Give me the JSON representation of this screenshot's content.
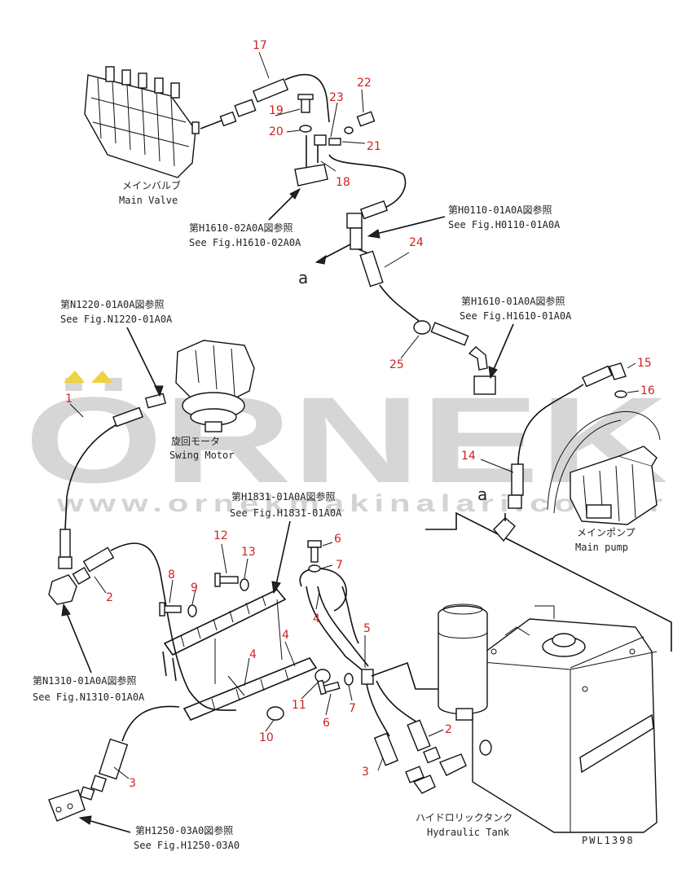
{
  "components": {
    "main_valve": {
      "jp": "メインバルブ",
      "en": "Main Valve"
    },
    "swing_motor": {
      "jp": "旋回モータ",
      "en": "Swing Motor"
    },
    "main_pump": {
      "jp": "メインポンプ",
      "en": "Main pump"
    },
    "hydraulic_tank": {
      "jp": "ハイドロリックタンク",
      "en": "Hydraulic Tank"
    }
  },
  "references": {
    "h1610_02a0a": {
      "jp": "第H1610-02A0A図参照",
      "en": "See Fig.H1610-02A0A"
    },
    "h0110_01a0a": {
      "jp": "第H0110-01A0A図参照",
      "en": "See Fig.H0110-01A0A"
    },
    "n1220_01a0a": {
      "jp": "第N1220-01A0A図参照",
      "en": "See Fig.N1220-01A0A"
    },
    "h1610_01a0a": {
      "jp": "第H1610-01A0A図参照",
      "en": "See Fig.H1610-01A0A"
    },
    "h1831_01a0a": {
      "jp": "第H1831-01A0A図参照",
      "en": "See Fig.H1831-01A0A"
    },
    "n1310_01a0a": {
      "jp": "第N1310-01A0A図参照",
      "en": "See Fig.N1310-01A0A"
    },
    "h1250_03a0": {
      "jp": "第H1250-03A0図参照",
      "en": "See Fig.H1250-03A0"
    }
  },
  "callouts": {
    "p1": "1",
    "p2a": "2",
    "p2b": "2",
    "p3a": "3",
    "p3b": "3",
    "p4a": "4",
    "p4b": "4",
    "p4c": "4",
    "p5": "5",
    "p6a": "6",
    "p6b": "6",
    "p7a": "7",
    "p7b": "7",
    "p8": "8",
    "p9": "9",
    "p10": "10",
    "p11": "11",
    "p12": "12",
    "p13": "13",
    "p14": "14",
    "p15": "15",
    "p16": "16",
    "p17": "17",
    "p18": "18",
    "p19": "19",
    "p20": "20",
    "p21": "21",
    "p22": "22",
    "p23": "23",
    "p24": "24",
    "p25": "25"
  },
  "connectors": {
    "a1": "a",
    "a2": "a"
  },
  "drawing_code": "PWL1398",
  "watermark": {
    "brand": "ÖRNEK",
    "url": "www.ornekmakinalari.com.tr"
  },
  "colors": {
    "callout": "#d02020",
    "line": "#111111",
    "watermark": "#c9c9c9",
    "watermark_dots": "#f0d23c"
  }
}
